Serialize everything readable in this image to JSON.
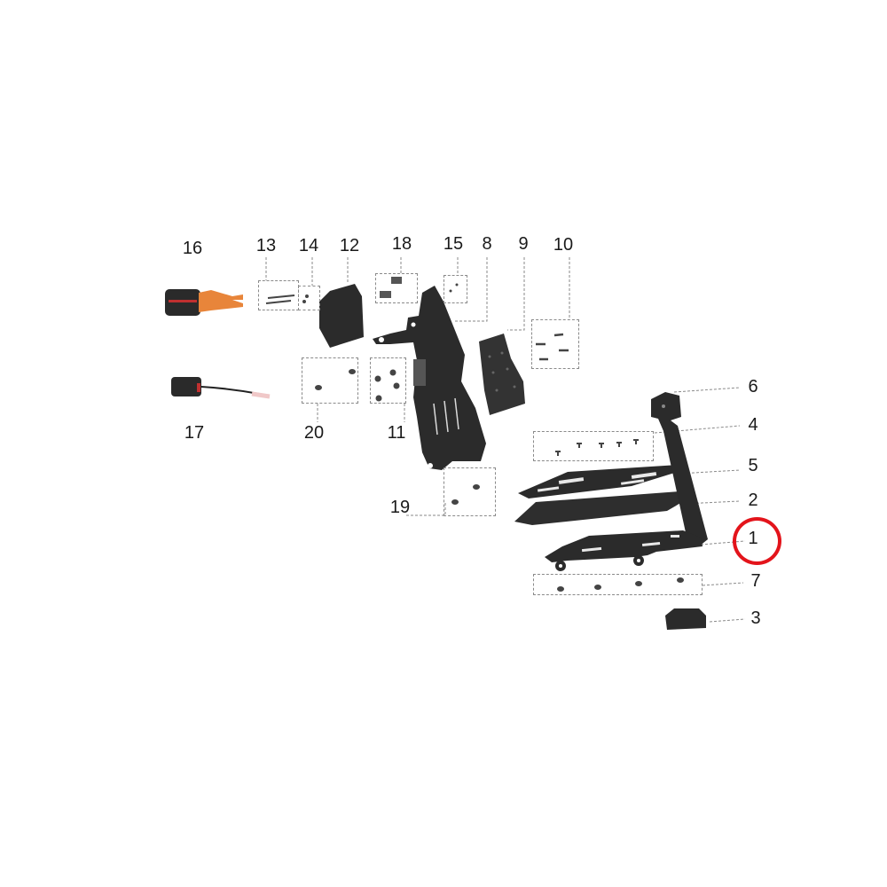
{
  "diagram": {
    "type": "exploded-parts-diagram",
    "highlight_color": "#e3141b",
    "highlighted_callout": "1",
    "callouts": [
      {
        "id": "1",
        "label": "1"
      },
      {
        "id": "2",
        "label": "2"
      },
      {
        "id": "3",
        "label": "3"
      },
      {
        "id": "4",
        "label": "4"
      },
      {
        "id": "5",
        "label": "5"
      },
      {
        "id": "6",
        "label": "6"
      },
      {
        "id": "7",
        "label": "7"
      },
      {
        "id": "8",
        "label": "8"
      },
      {
        "id": "9",
        "label": "9"
      },
      {
        "id": "10",
        "label": "10"
      },
      {
        "id": "11",
        "label": "11"
      },
      {
        "id": "12",
        "label": "12"
      },
      {
        "id": "13",
        "label": "13"
      },
      {
        "id": "14",
        "label": "14"
      },
      {
        "id": "15",
        "label": "15"
      },
      {
        "id": "16",
        "label": "16"
      },
      {
        "id": "17",
        "label": "17"
      },
      {
        "id": "18",
        "label": "18"
      },
      {
        "id": "19",
        "label": "19"
      },
      {
        "id": "20",
        "label": "20"
      }
    ]
  }
}
